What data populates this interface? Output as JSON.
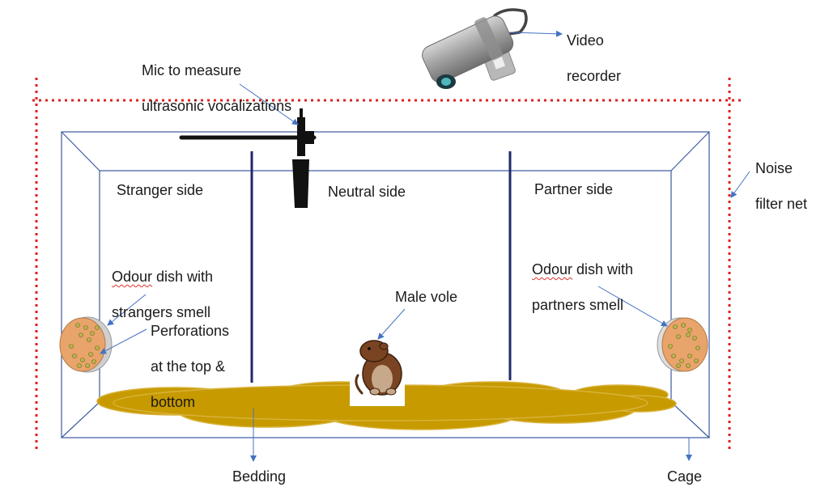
{
  "labels": {
    "mic_line1": "Mic to measure",
    "mic_line2": "ultrasonic vocalizations",
    "video_line1": "Video",
    "video_line2": "recorder",
    "noise_line1": "Noise",
    "noise_line2": "filter net",
    "stranger_side": "Stranger side",
    "neutral_side": "Neutral side",
    "partner_side": "Partner side",
    "odour_stranger_word": "Odour",
    "odour_stranger_rest": " dish with",
    "odour_stranger_line2": "strangers smell",
    "odour_partner_word": "Odour",
    "odour_partner_rest": " dish with",
    "odour_partner_line2": "partners smell",
    "perforations_line1": "Perforations",
    "perforations_line2": "at the top &",
    "perforations_line3": "bottom",
    "male_vole": "Male vole",
    "bedding": "Bedding",
    "cage": "Cage"
  },
  "colors": {
    "noise_net": "#e02020",
    "cage_lines": "#3a5ba0",
    "divider": "#1f2a6b",
    "arrows": "#4472c4",
    "bedding_fill": "#c79a00",
    "bedding_stroke": "#d8b23a",
    "dish_fill": "#e8a46a",
    "dish_dots": "#9a9a3a",
    "mic": "#111111",
    "camera_body": "#9a9a9a",
    "vole_body": "#7a4422"
  },
  "icons": {
    "camera": "security-camera-icon",
    "microphone": "microphone-icon",
    "vole": "vole-icon",
    "dish": "petri-dish-icon"
  }
}
